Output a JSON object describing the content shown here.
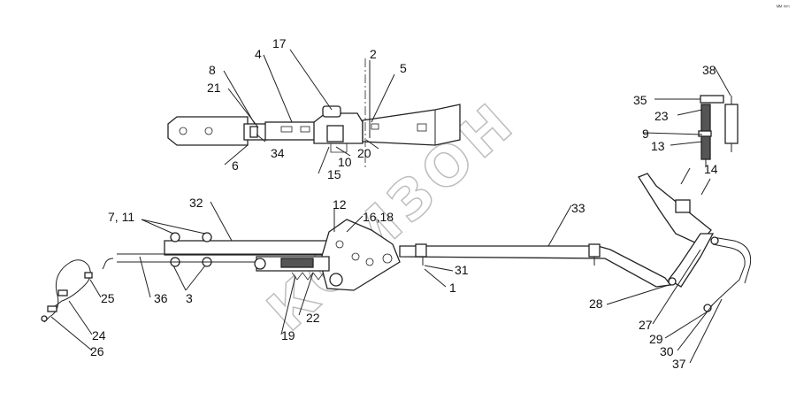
{
  "diagram": {
    "watermark": "КОМЗОН",
    "corner_mark": "ᴹᴹ ᵐᵐ",
    "callouts": [
      "1",
      "2",
      "3",
      "4",
      "5",
      "6",
      "7, 11",
      "8",
      "9",
      "10",
      "12",
      "13",
      "14",
      "15",
      "16,18",
      "17",
      "19",
      "20",
      "21",
      "22",
      "23",
      "24",
      "25",
      "26",
      "27",
      "28",
      "29",
      "30",
      "31",
      "32",
      "33",
      "34",
      "35",
      "36",
      "37",
      "38"
    ]
  }
}
